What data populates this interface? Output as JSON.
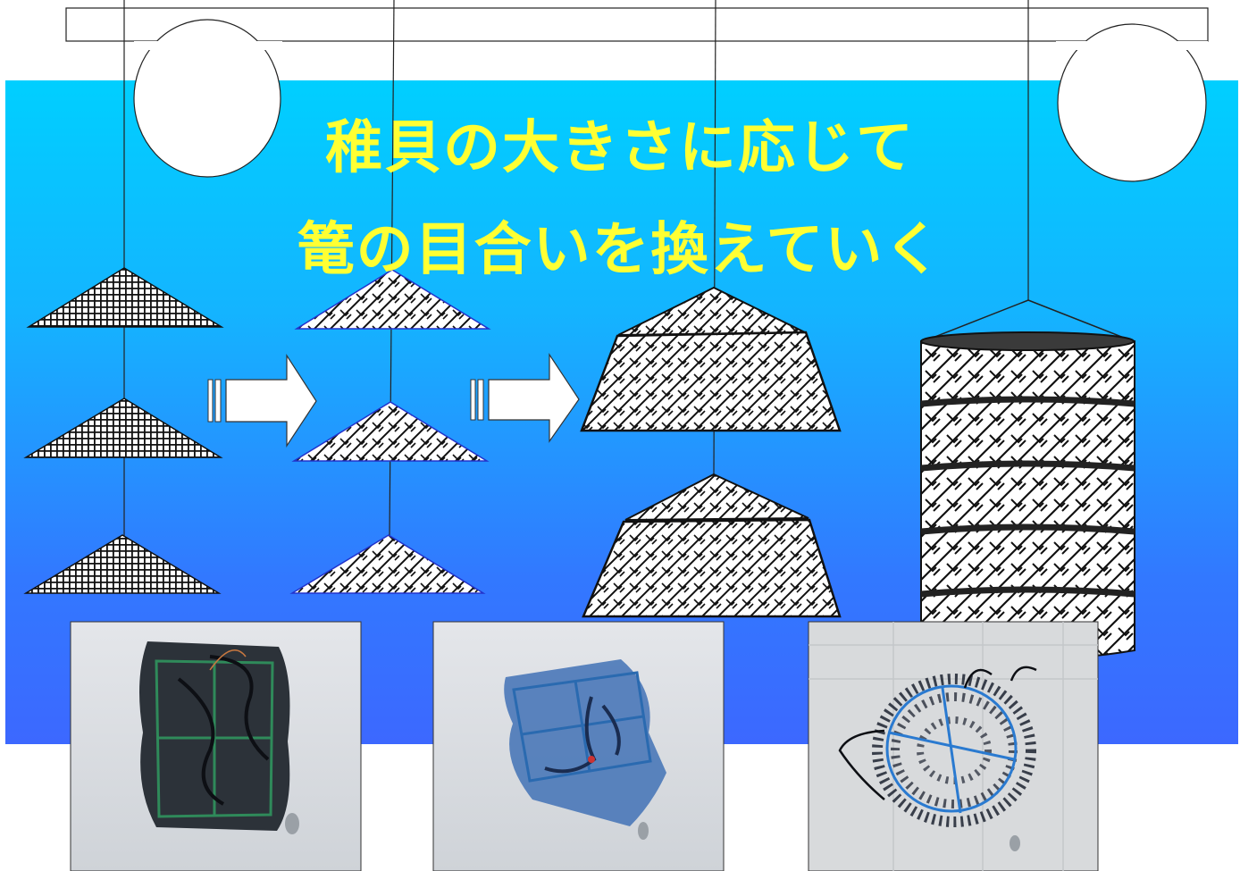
{
  "title": {
    "line1": "稚貝の大きさに応じて",
    "line2": "篭の目合いを換えていく"
  },
  "colors": {
    "water_top": "#00cfff",
    "water_bottom": "#3c68ff",
    "title_text": "#ffff33",
    "net_fine": "#111111",
    "net_coarse": "#111111",
    "buoy_fill": "#ffffff"
  },
  "stages": [
    {
      "name": "pearl-net-fine-mesh",
      "shape": "pyramid",
      "tiers": 3
    },
    {
      "name": "pearl-net-medium-mesh",
      "shape": "pyramid",
      "tiers": 3
    },
    {
      "name": "lantern-net-frustum",
      "shape": "frustum",
      "tiers": 2
    },
    {
      "name": "lantern-net-cylinder",
      "shape": "cylinder",
      "tiers": 5
    }
  ],
  "photos": [
    {
      "name": "photo-fine-mesh-cage",
      "net_color": "#2a3038",
      "frame": "square"
    },
    {
      "name": "photo-blue-mesh-cage",
      "net_color": "#3a6ab0",
      "frame": "square"
    },
    {
      "name": "photo-round-lantern-net",
      "net_color": "#1c2230",
      "frame": "round"
    }
  ]
}
